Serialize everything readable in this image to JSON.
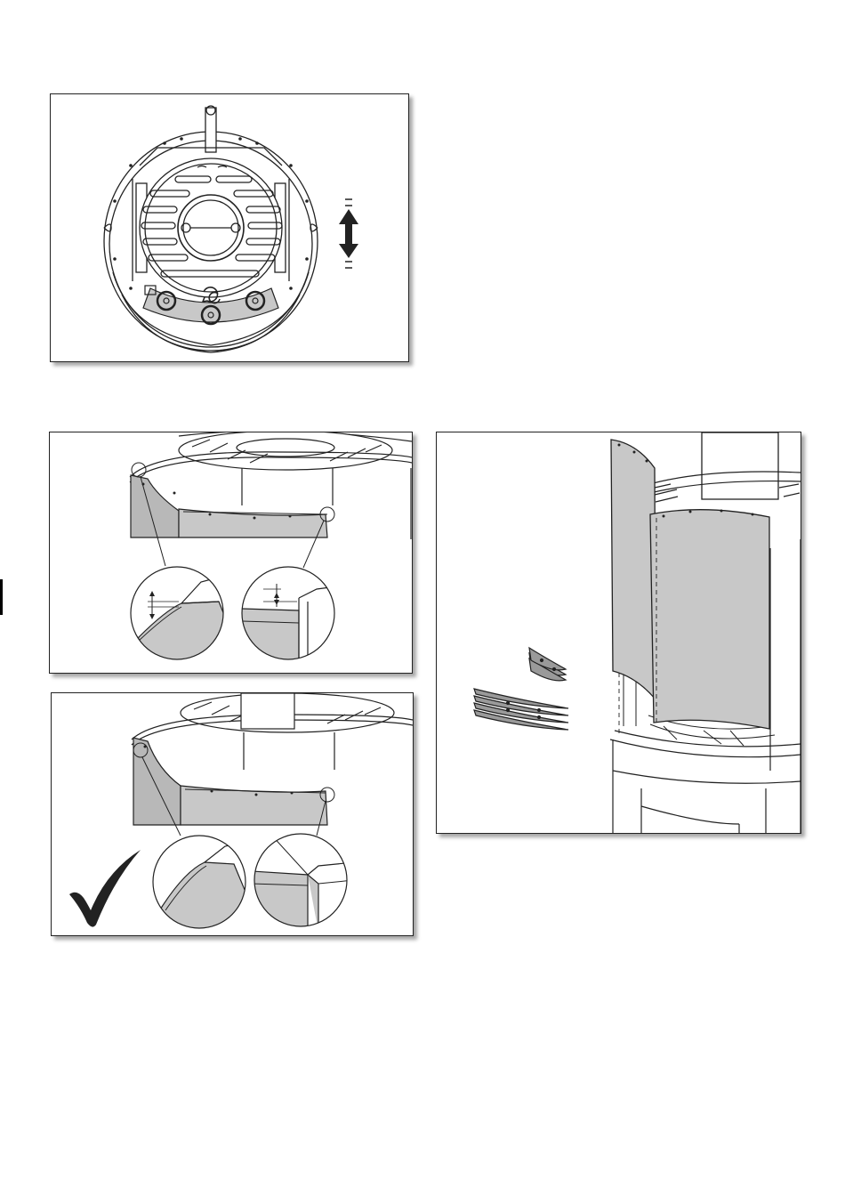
{
  "colors": {
    "panel_fill": "#c8c8c8",
    "panel_fill_dark": "#b4b4b4",
    "line": "#222222",
    "highlight": "#9a9a9a"
  },
  "icons": {
    "vertical_adjust_arrow": "double-headed-vertical-arrow",
    "rotation": "rotate-arrows",
    "approval": "checkmark"
  }
}
